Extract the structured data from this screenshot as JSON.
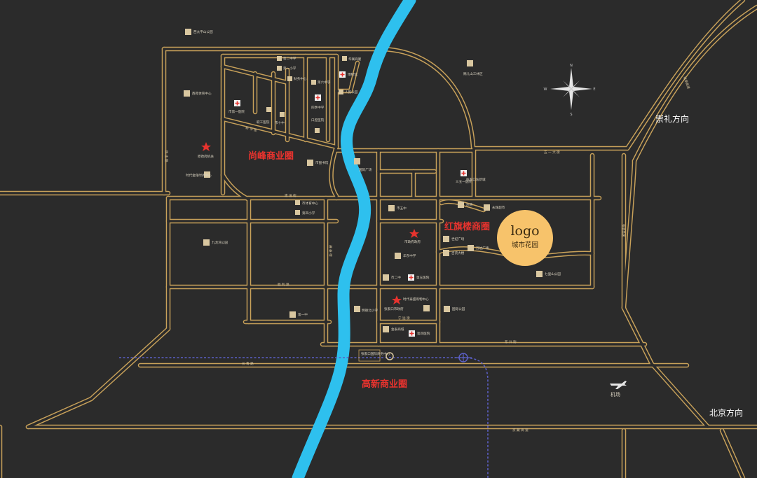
{
  "districts": {
    "shangfeng": "尚峰商业圈",
    "hongqilou": "红旗楼商圈",
    "gaoxin": "高新商业圈"
  },
  "directions": {
    "chongli": "崇礼方向",
    "beijing": "北京方向"
  },
  "logo": {
    "main": "logo",
    "sub": "城市花园"
  },
  "compass": {
    "n": "N",
    "s": "S",
    "e": "E",
    "w": "W"
  },
  "roads": {
    "wuyi": "五 一 大 街",
    "jingzang": "京 藏 高 速",
    "zhangcheng_a": "张承高速",
    "zhangcheng_b": "张承高速",
    "xinhua": "新 华 街",
    "r1": "民 主 路",
    "r2": "建 设 街",
    "r3": "胜 利 路",
    "r4": "长 青 路",
    "r5": "东 兴 街",
    "r6": "宁 远 街",
    "r7": "通 泰 街"
  },
  "airport": "机场",
  "pois": {
    "p1": "西太平山公园",
    "p2": "第二中学",
    "p3": "第一小学",
    "p4": "财务中心",
    "p5": "西苑体育中心",
    "p6": "市第一医院",
    "p7": "职工医院",
    "p8": "市十中",
    "p9": "华联商厦",
    "p10": "博物馆",
    "p11": "第六中学",
    "p12": "人民公园",
    "p13": "四季中学",
    "p14": "口腔医院",
    "p15": "华联商业广场",
    "p16": "赐儿山三林区",
    "p17": "原政府机关",
    "p18": "时代金角时尚中心",
    "p19": "市图书馆",
    "p20": "国际广场",
    "p21": "三五一医院",
    "p22": "九龙湾公园",
    "p23": "市体育中心",
    "p24": "第四中学",
    "p25": "第四小学",
    "p26": "市五中",
    "p27": "永辉超市",
    "p28": "华东中学",
    "p29": "乐购",
    "p30": "世纪广场",
    "p31": "百货大楼",
    "p32": "市政府政府",
    "p33": "市二中",
    "p34": "第五医院",
    "p35": "万达广场",
    "p36": "七里山公园",
    "p37": "时代泰盛购物中心",
    "p38": "张家口市政府",
    "p39": "第一中",
    "p40": "明德北小学",
    "p41": "张家口国际商务中心",
    "p42": "第四医院",
    "p43": "张家口站新城",
    "p44": "国际公园",
    "p45": "金泰商城"
  },
  "colors": {
    "background": "#2b2b2b",
    "road": "#c9a25a",
    "river": "#2ec0ee",
    "rail": "#5b5fc4",
    "logo_circle": "#f7c36b",
    "district_text": "#e8332e"
  }
}
